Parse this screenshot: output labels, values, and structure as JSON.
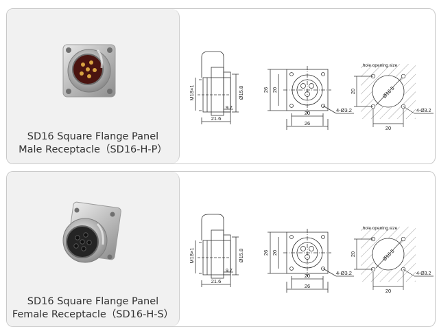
{
  "products": [
    {
      "caption_line1": "SD16 Square Flange Panel",
      "caption_line2": "Male Receptacle（SD16-H-P）",
      "image_alt": "male-receptacle-photo",
      "drawing": {
        "thread": "M18×1",
        "flange_height": "26",
        "inner_height": "20",
        "diameter": "Ø15.8",
        "depth_small": "9.7",
        "length": "21.6",
        "front_inner": "20",
        "front_outer": "26",
        "front_vert_outer": "26",
        "front_vert_inner": "20",
        "holes": "4-Ø3.2",
        "hole_size_label": "hole opening size",
        "hole_diameter": "Ø16.5",
        "hole_vert": "20",
        "hole_horiz": "20",
        "hole_holes": "4-Ø3.2"
      }
    },
    {
      "caption_line1": "SD16 Square Flange Panel",
      "caption_line2": "Female Receptacle（SD16-H-S）",
      "image_alt": "female-receptacle-photo",
      "drawing": {
        "thread": "M18×1",
        "flange_height": "26",
        "inner_height": "20",
        "diameter": "Ø15.8",
        "depth_small": "9.7",
        "length": "21.6",
        "front_inner": "20",
        "front_outer": "26",
        "front_vert_outer": "26",
        "front_vert_inner": "20",
        "holes": "4-Ø3.2",
        "hole_size_label": "hole opening size",
        "hole_diameter": "Ø16.5",
        "hole_vert": "20",
        "hole_horiz": "20",
        "hole_holes": "4-Ø3.2"
      }
    }
  ]
}
